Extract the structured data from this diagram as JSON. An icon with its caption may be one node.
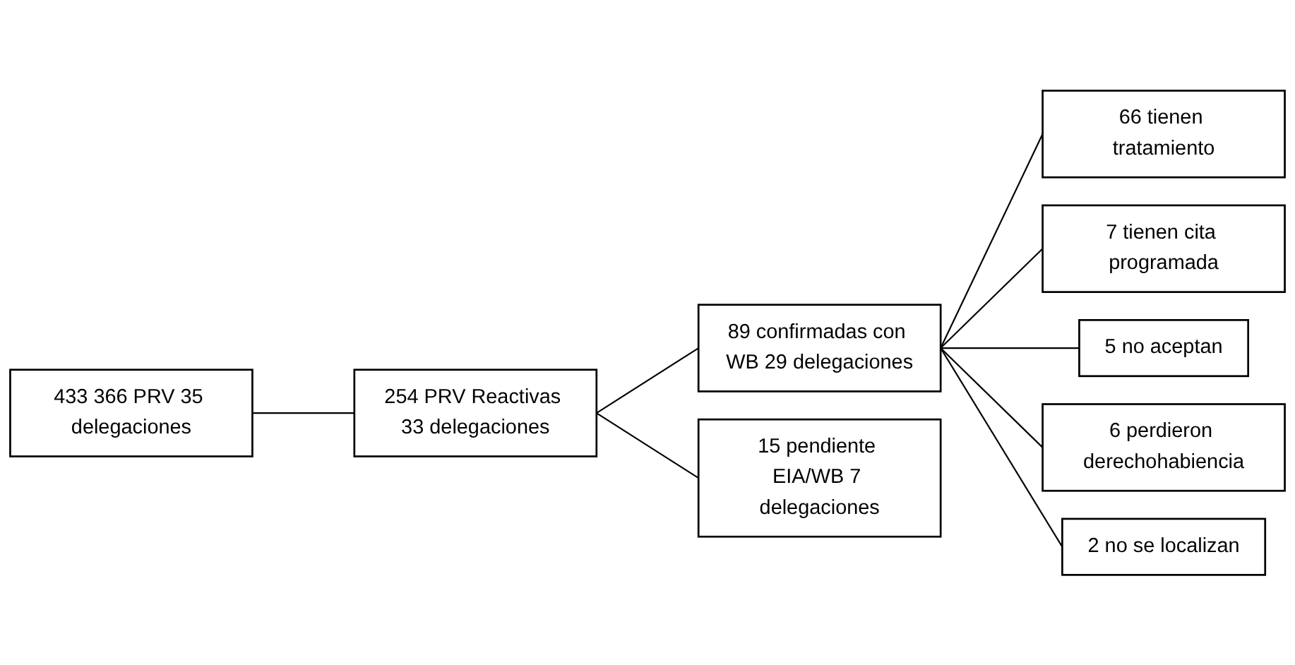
{
  "diagram": {
    "nodes": [
      {
        "text": [
          "433 366 PRV 35 delegaciones"
        ]
      },
      {
        "text": [
          "254 PRV Reactivas 33 delegaciones"
        ]
      },
      {
        "text": [
          "89 confirmadas con WB 29 delegaciones"
        ]
      },
      {
        "text": [
          "15 pendiente EIA/WB 7 delegaciones"
        ]
      },
      {
        "text": [
          "66 tienen tratamiento"
        ]
      },
      {
        "text": [
          "7 tienen cita programada"
        ]
      },
      {
        "text": [
          "5 no aceptan"
        ]
      },
      {
        "text": [
          "6 perdieron derechohabiencia"
        ]
      },
      {
        "text": [
          "2 no se localizan"
        ]
      }
    ],
    "edges": [
      {
        "from": 0,
        "to": 1,
        "arrow": "none"
      },
      {
        "from": 1,
        "to": 2,
        "arrow": "none"
      },
      {
        "from": 1,
        "to": 3,
        "arrow": "none"
      },
      {
        "from": 2,
        "to": 4,
        "arrow": "none"
      },
      {
        "from": 2,
        "to": 5,
        "arrow": "none"
      },
      {
        "from": 2,
        "to": 6,
        "arrow": "none"
      },
      {
        "from": 2,
        "to": 7,
        "arrow": "none"
      },
      {
        "from": 2,
        "to": 8,
        "arrow": "none"
      }
    ]
  }
}
